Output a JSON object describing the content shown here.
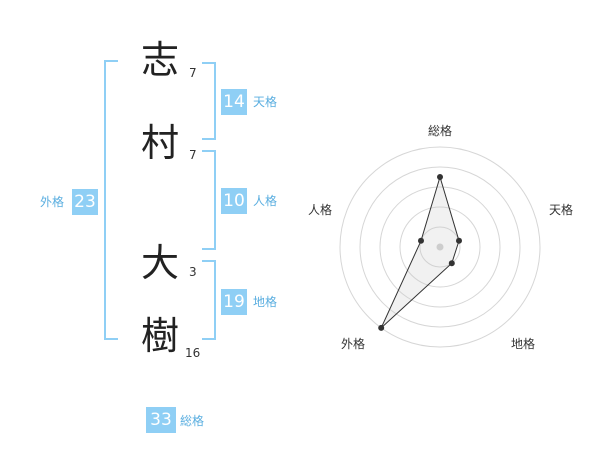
{
  "name": {
    "characters": [
      {
        "char": "志",
        "strokes": "7"
      },
      {
        "char": "村",
        "strokes": "7"
      },
      {
        "char": "大",
        "strokes": "3"
      },
      {
        "char": "樹",
        "strokes": "16"
      }
    ]
  },
  "kakusu": {
    "tenkaku": {
      "value": "14",
      "label": "天格"
    },
    "jinkaku": {
      "value": "10",
      "label": "人格"
    },
    "chikaku": {
      "value": "19",
      "label": "地格"
    },
    "gaikaku": {
      "value": "23",
      "label": "外格"
    },
    "soukaku": {
      "value": "33",
      "label": "総格"
    }
  },
  "colors": {
    "accent": "#8fcff5",
    "accent_text": "#5aaee0"
  },
  "chart_data": {
    "type": "radar",
    "axes": [
      "総格",
      "天格",
      "地格",
      "外格",
      "人格"
    ],
    "values": [
      3.5,
      1,
      1,
      5,
      1
    ],
    "max": 5,
    "rings": 5
  }
}
